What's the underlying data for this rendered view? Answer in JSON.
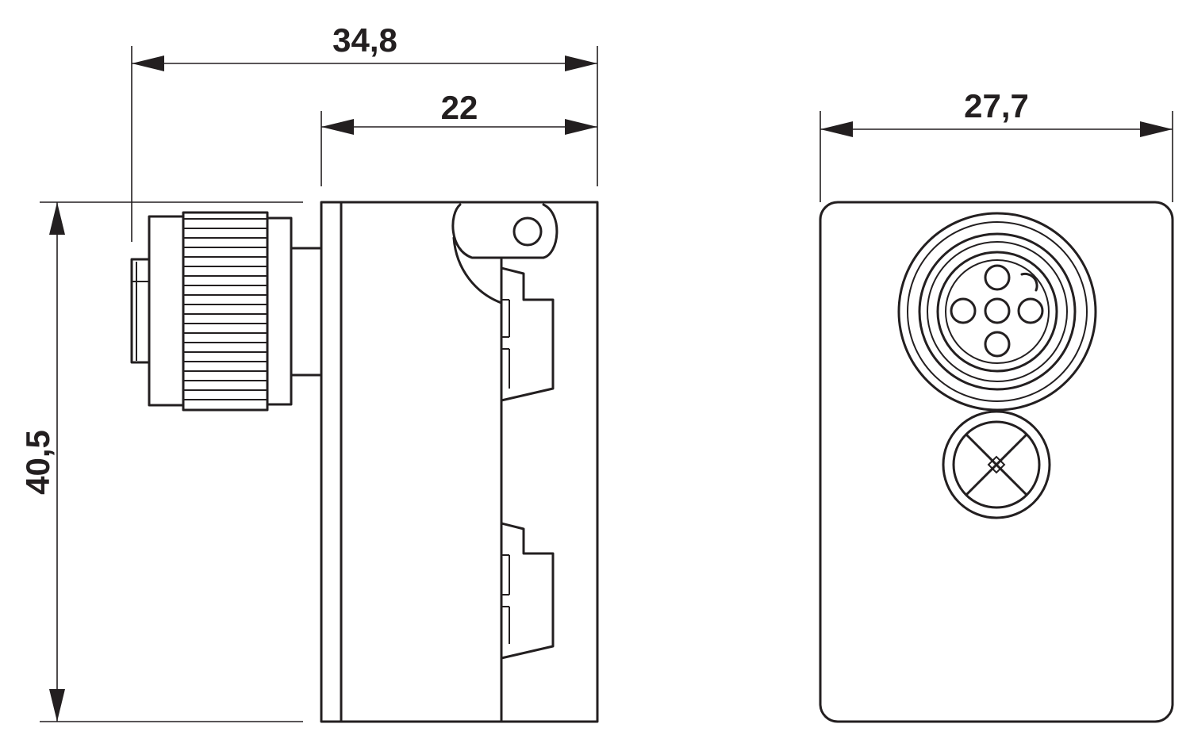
{
  "dimensions": {
    "overall_width": "34,8",
    "body_depth": "22",
    "front_width": "27,7",
    "height": "40,5"
  },
  "colors": {
    "line": "#231f20",
    "background": "#ffffff"
  }
}
